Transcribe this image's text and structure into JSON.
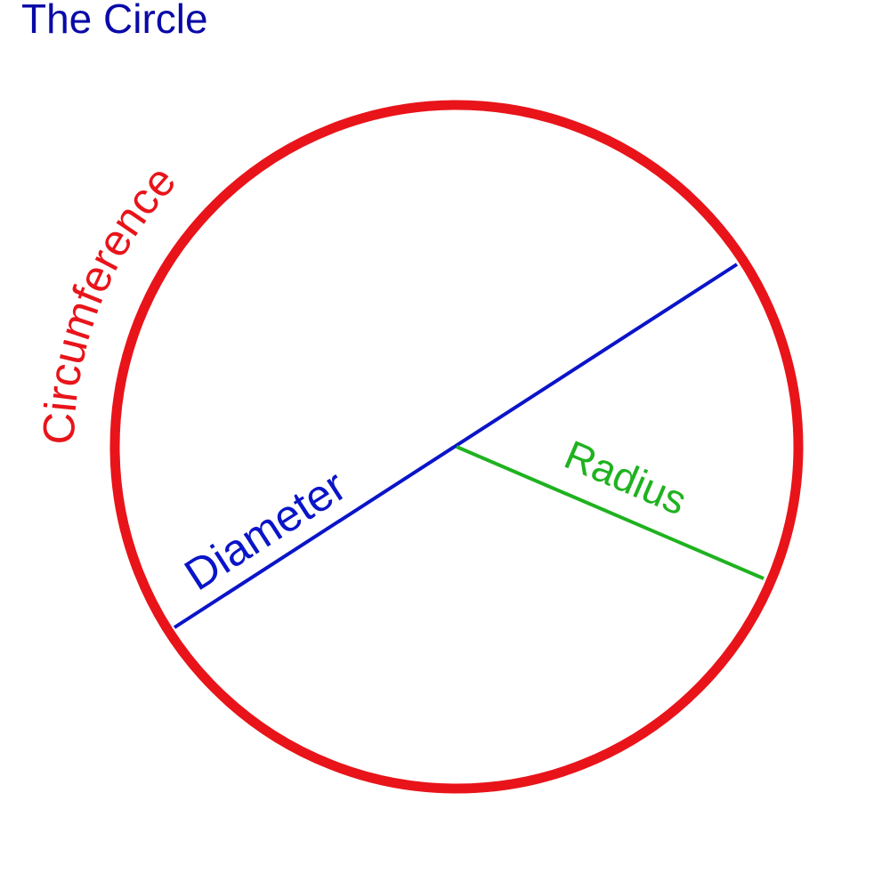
{
  "title": "The Circle",
  "labels": {
    "circumference": "Circumference",
    "diameter": "Diameter",
    "radius": "Radius"
  },
  "colors": {
    "title": "#0a0aa8",
    "circumference": "#e8141a",
    "diameter": "#0a14c8",
    "radius": "#1fb21f"
  }
}
